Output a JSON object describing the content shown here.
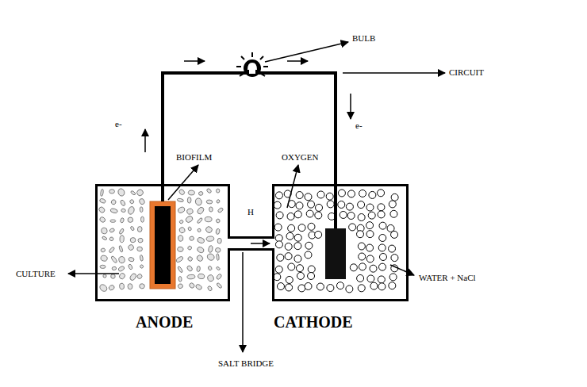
{
  "diagram": {
    "nodes": [
      {
        "text": [
          "ANODE"
        ]
      },
      {
        "text": [
          "CATHODE"
        ]
      }
    ],
    "edges": [
      {
        "from": 0,
        "to": 1,
        "arrow": "none"
      }
    ],
    "labels": [
      "BULB",
      "CIRCUIT",
      "e-",
      "e-",
      "BIOFILM",
      "OXYGEN",
      "H",
      "CULTURE",
      "WATER + NaCl",
      "SALT BRIDGE"
    ]
  }
}
